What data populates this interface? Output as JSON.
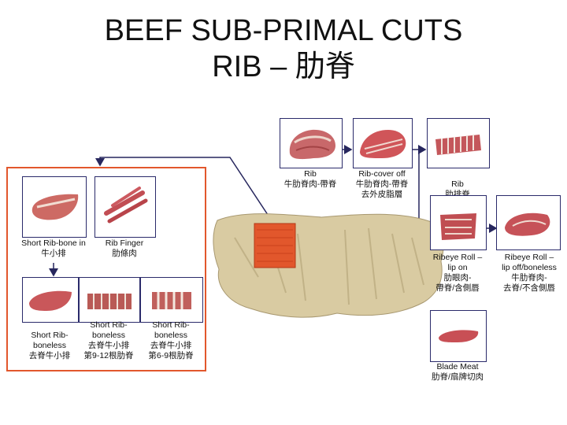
{
  "title": {
    "line1": "BEEF SUB-PRIMAL CUTS",
    "line2": "RIB – 肋脊"
  },
  "cuts": {
    "rib": "Rib\n牛肋脊肉-帶脊",
    "rib_cover_off": "Rib-cover off\n牛肋脊肉-帶脊\n去外皮脂層",
    "rib_chop": "Rib\n肋排脊",
    "short_rib_bone_in": "Short Rib-bone in\n牛小排",
    "rib_finger": "Rib Finger\n肋條肉",
    "short_rib_boneless_a": "Short Rib-\nboneless\n去脊牛小排",
    "short_rib_boneless_b": "Short Rib-\nboneless\n去脊牛小排\n第9-12根肋脊",
    "short_rib_boneless_c": "Short Rib-\nboneless\n去脊牛小排\n第6-9根肋脊",
    "ribeye_lip_on": "Ribeye Roll –\nlip on\n肋眼肉-\n帶脊/含側唇",
    "ribeye_lip_off": "Ribeye Roll –\nlip off/boneless\n牛肋脊肉-\n去脊/不含側唇",
    "blade_meat": "Blade Meat\n肋脊/扇牌切肉"
  },
  "colors": {
    "frame_highlight": "#e2572c",
    "box_border": "#2a2a6a",
    "arrow": "#27275e",
    "carcass": "#d9cba2",
    "rib_section": "#e2572c"
  }
}
